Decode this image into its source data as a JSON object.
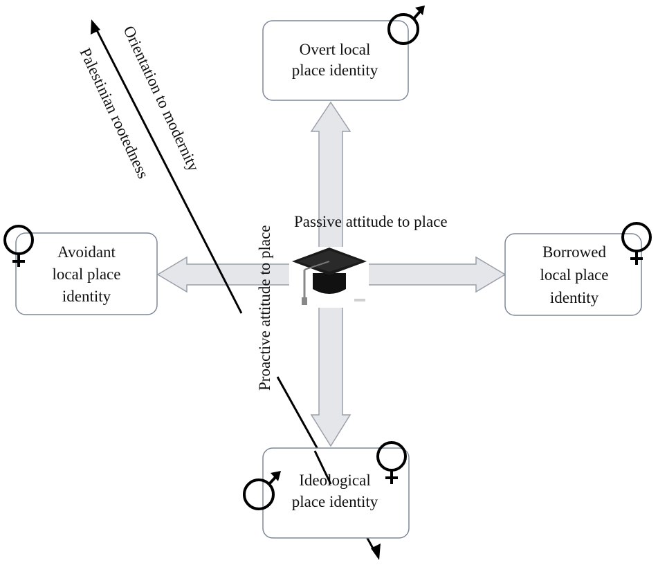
{
  "diagram": {
    "boxes": {
      "top": {
        "lines": [
          "Overt local",
          "place identity"
        ],
        "symbols": [
          "male"
        ]
      },
      "left": {
        "lines": [
          "Avoidant",
          "local place",
          "identity"
        ],
        "symbols": [
          "female"
        ]
      },
      "right": {
        "lines": [
          "Borrowed",
          "local place",
          "identity"
        ],
        "symbols": [
          "female"
        ]
      },
      "bottom": {
        "lines": [
          "Ideological",
          "place identity"
        ],
        "symbols": [
          "female",
          "male"
        ]
      }
    },
    "axes": {
      "horizontal_label": "Passive attitude to place",
      "vertical_label": "Proactive attitude to place",
      "diagonal_label_1": "Orientation to modernity",
      "diagonal_label_2": "Palestinian rootedness"
    },
    "center_icon": "graduation-cap-icon",
    "colors": {
      "arrow_fill": "#e4e6ea",
      "arrow_stroke": "#9aa0aa",
      "box_stroke": "#7d8797",
      "line": "#000000"
    }
  }
}
